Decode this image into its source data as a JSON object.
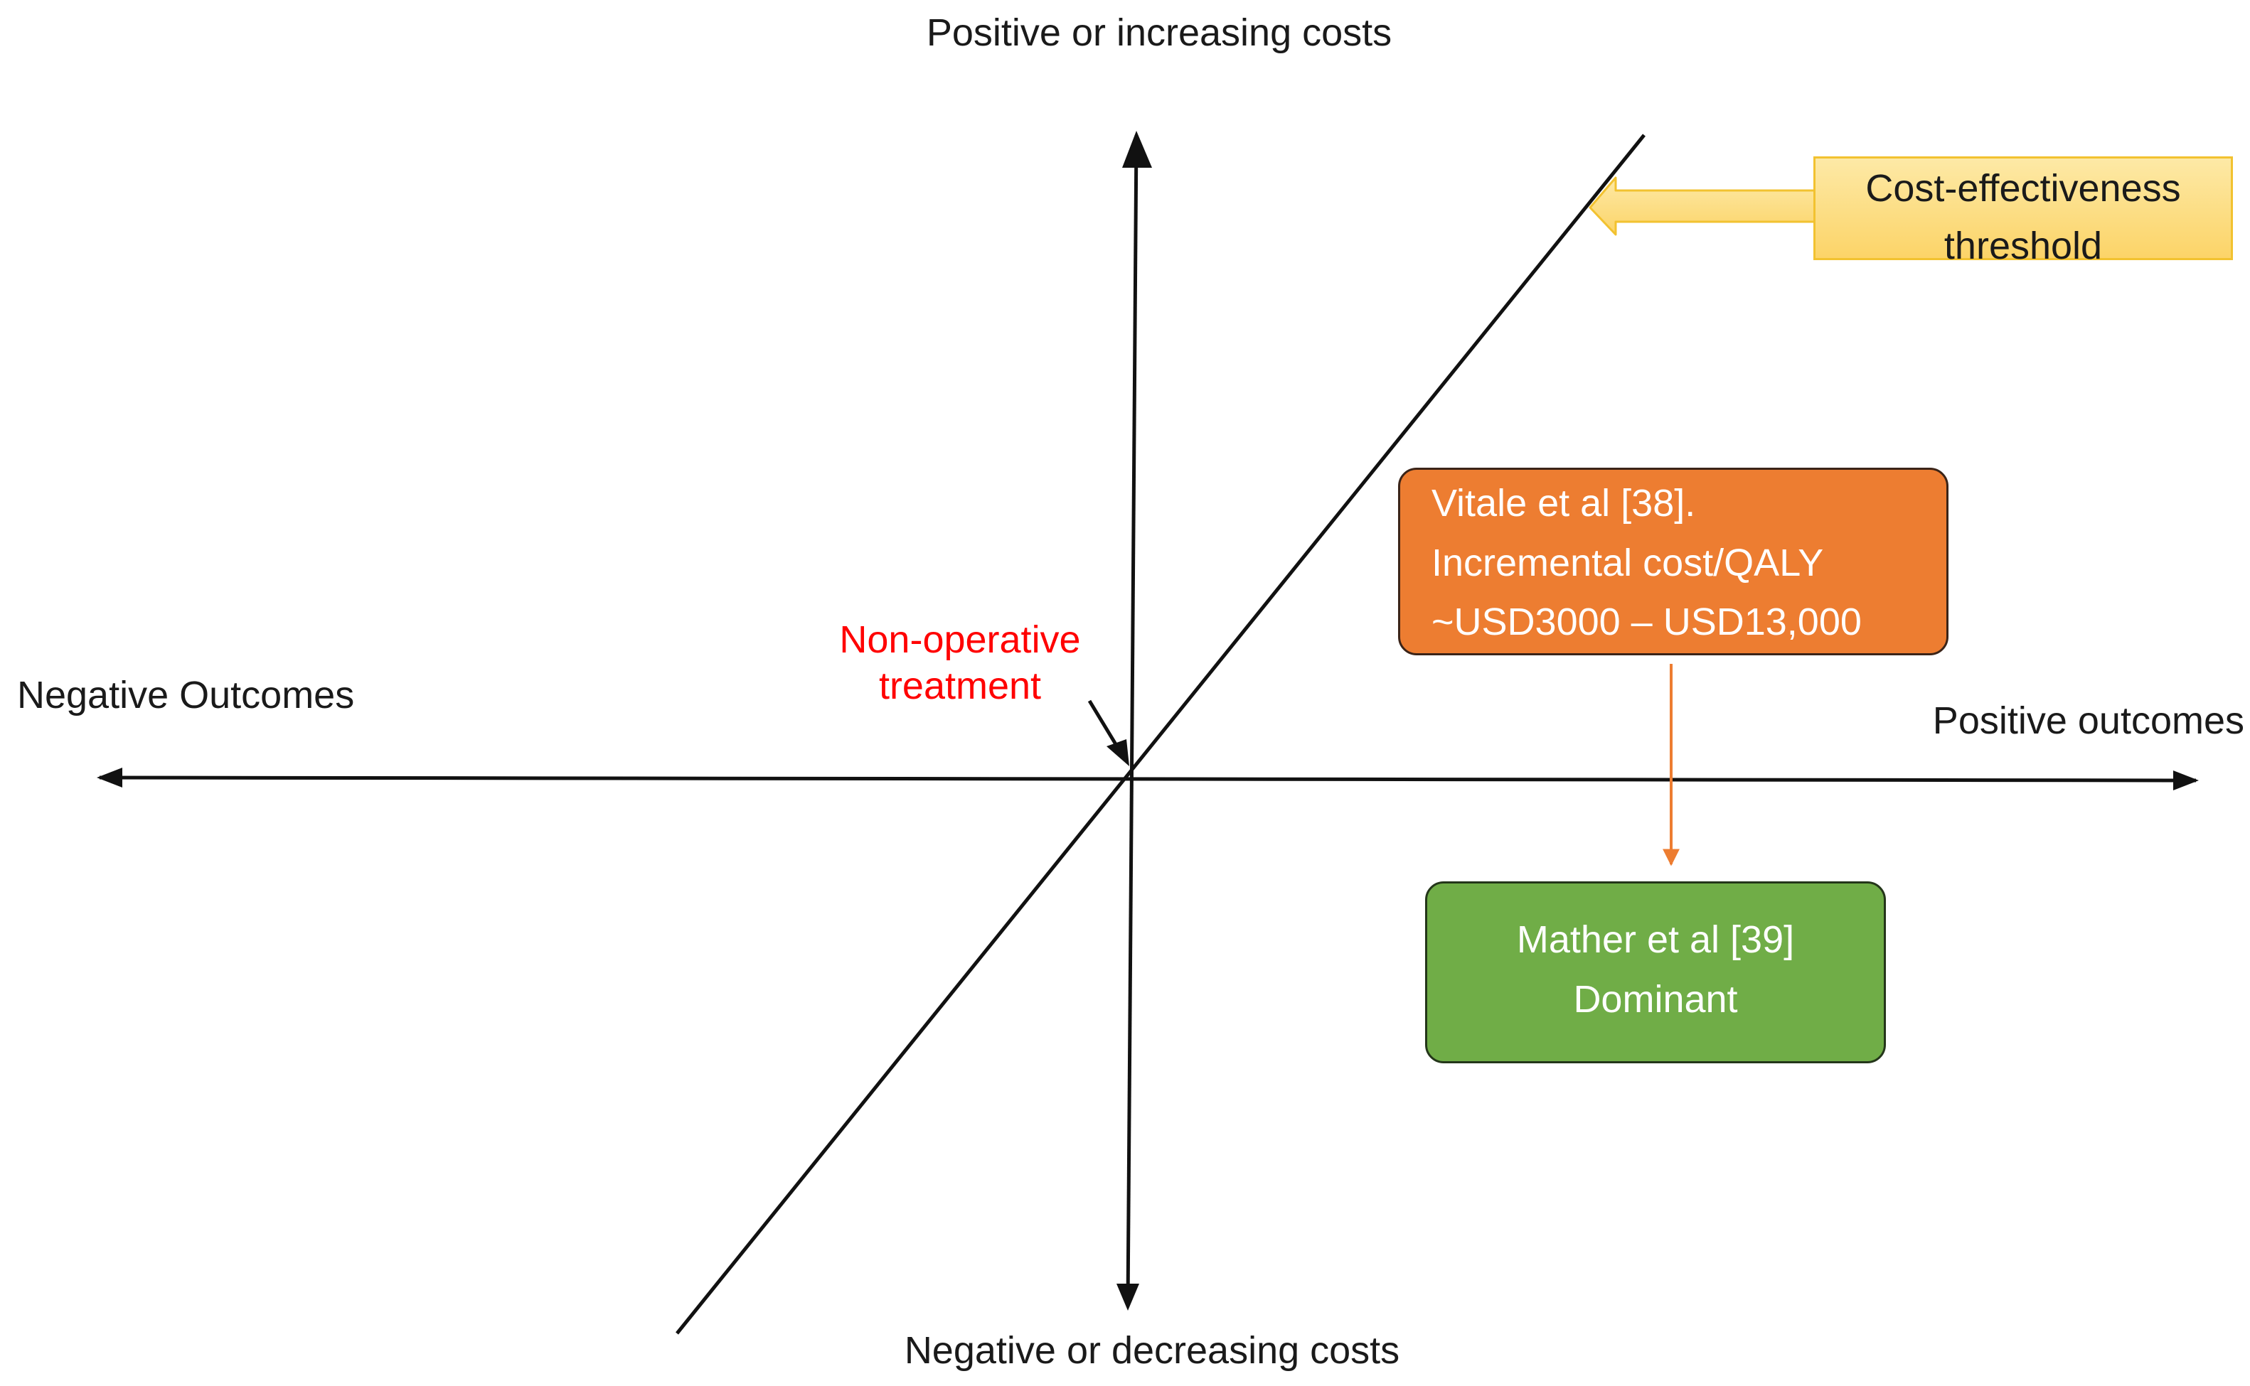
{
  "axes": {
    "top_label": "Positive or increasing costs",
    "bottom_label": "Negative or decreasing costs",
    "left_label": "Negative Outcomes",
    "right_label": "Positive outcomes"
  },
  "origin_label": {
    "line1": "Non-operative",
    "line2": "treatment",
    "color": "#ff0000"
  },
  "threshold_callout": {
    "line1": "Cost-effectiveness",
    "line2": "threshold",
    "fill": "#fcd468",
    "border": "#f2c230"
  },
  "studies": [
    {
      "line1": "Vitale et al [38].",
      "line2": "Incremental cost/QALY",
      "line3": "~USD3000 – USD13,000",
      "color": "#ed7d31"
    },
    {
      "line1": "Mather et al [39]",
      "line2": "Dominant",
      "color": "#70ad47"
    }
  ]
}
